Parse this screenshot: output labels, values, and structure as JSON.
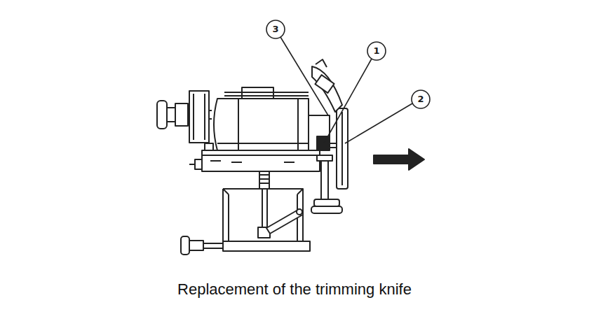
{
  "diagram": {
    "caption": "Replacement of the trimming knife",
    "labels": [
      "3",
      "1",
      "2"
    ]
  }
}
